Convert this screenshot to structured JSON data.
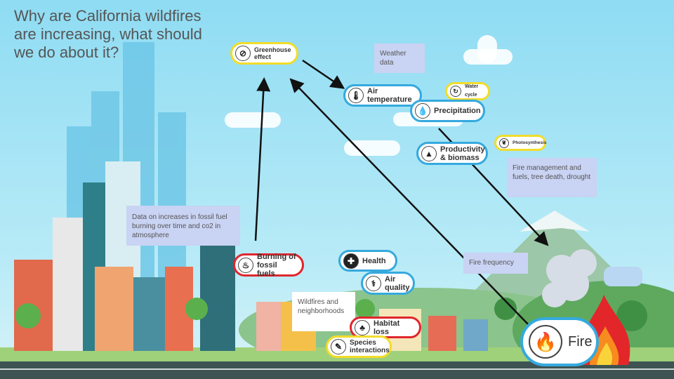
{
  "title": "Why are California wildfires are increasing, what should we do about it?",
  "nodes": {
    "greenhouse": "Greenhouse effect",
    "air_temperature": "Air temperature",
    "water_cycle": "Water cycle",
    "precipitation": "Precipitation",
    "photosynthesis": "Photosynthesis",
    "productivity": "Productivity & biomass",
    "burning": "Burning of fossil fuels",
    "health": "Health",
    "air_quality": "Air quality",
    "habitat_loss": "Habitat loss",
    "species": "Species interactions",
    "fire": "Fire"
  },
  "notes": {
    "weather": "Weather data",
    "fire_management": "Fire management and fuels, tree death, drought",
    "fossil_data": "Data on increases in fossil fuel burning over time and co2 in atmosphere",
    "fire_frequency": "Fire frequency",
    "neighborhoods": "Wildfires and neighborhoods"
  },
  "colors": {
    "yellow": "#f2dc2a",
    "blue": "#35a9de",
    "red": "#e0262c",
    "note": "#c9d3f3"
  }
}
